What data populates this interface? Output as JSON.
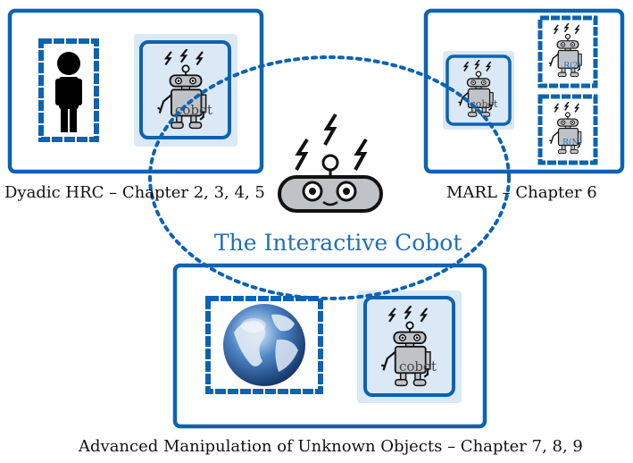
{
  "labels": {
    "dyadic": "Dyadic HRC – Chapter 2, 3, 4, 5",
    "marl": "MARL – Chapter 6",
    "manipulation": "Advanced Manipulation of Unknown Objects – Chapter 7, 8, 9",
    "center": "The Interactive Cobot"
  },
  "robot": {
    "tag": "cobot",
    "marl_r2": "R(2)",
    "marl_rn": "R(N)"
  },
  "icons": {
    "human": "human-silhouette-icon",
    "globe": "globe-icon",
    "robot": "robot-icon",
    "face": "robot-face-icon"
  },
  "colors": {
    "frame": "#0a63b4",
    "tile": "#dbe8f6",
    "robot_fill": "#bfc3c7",
    "accent": "#1f6fb8",
    "ellipse": "#0a63b4"
  }
}
